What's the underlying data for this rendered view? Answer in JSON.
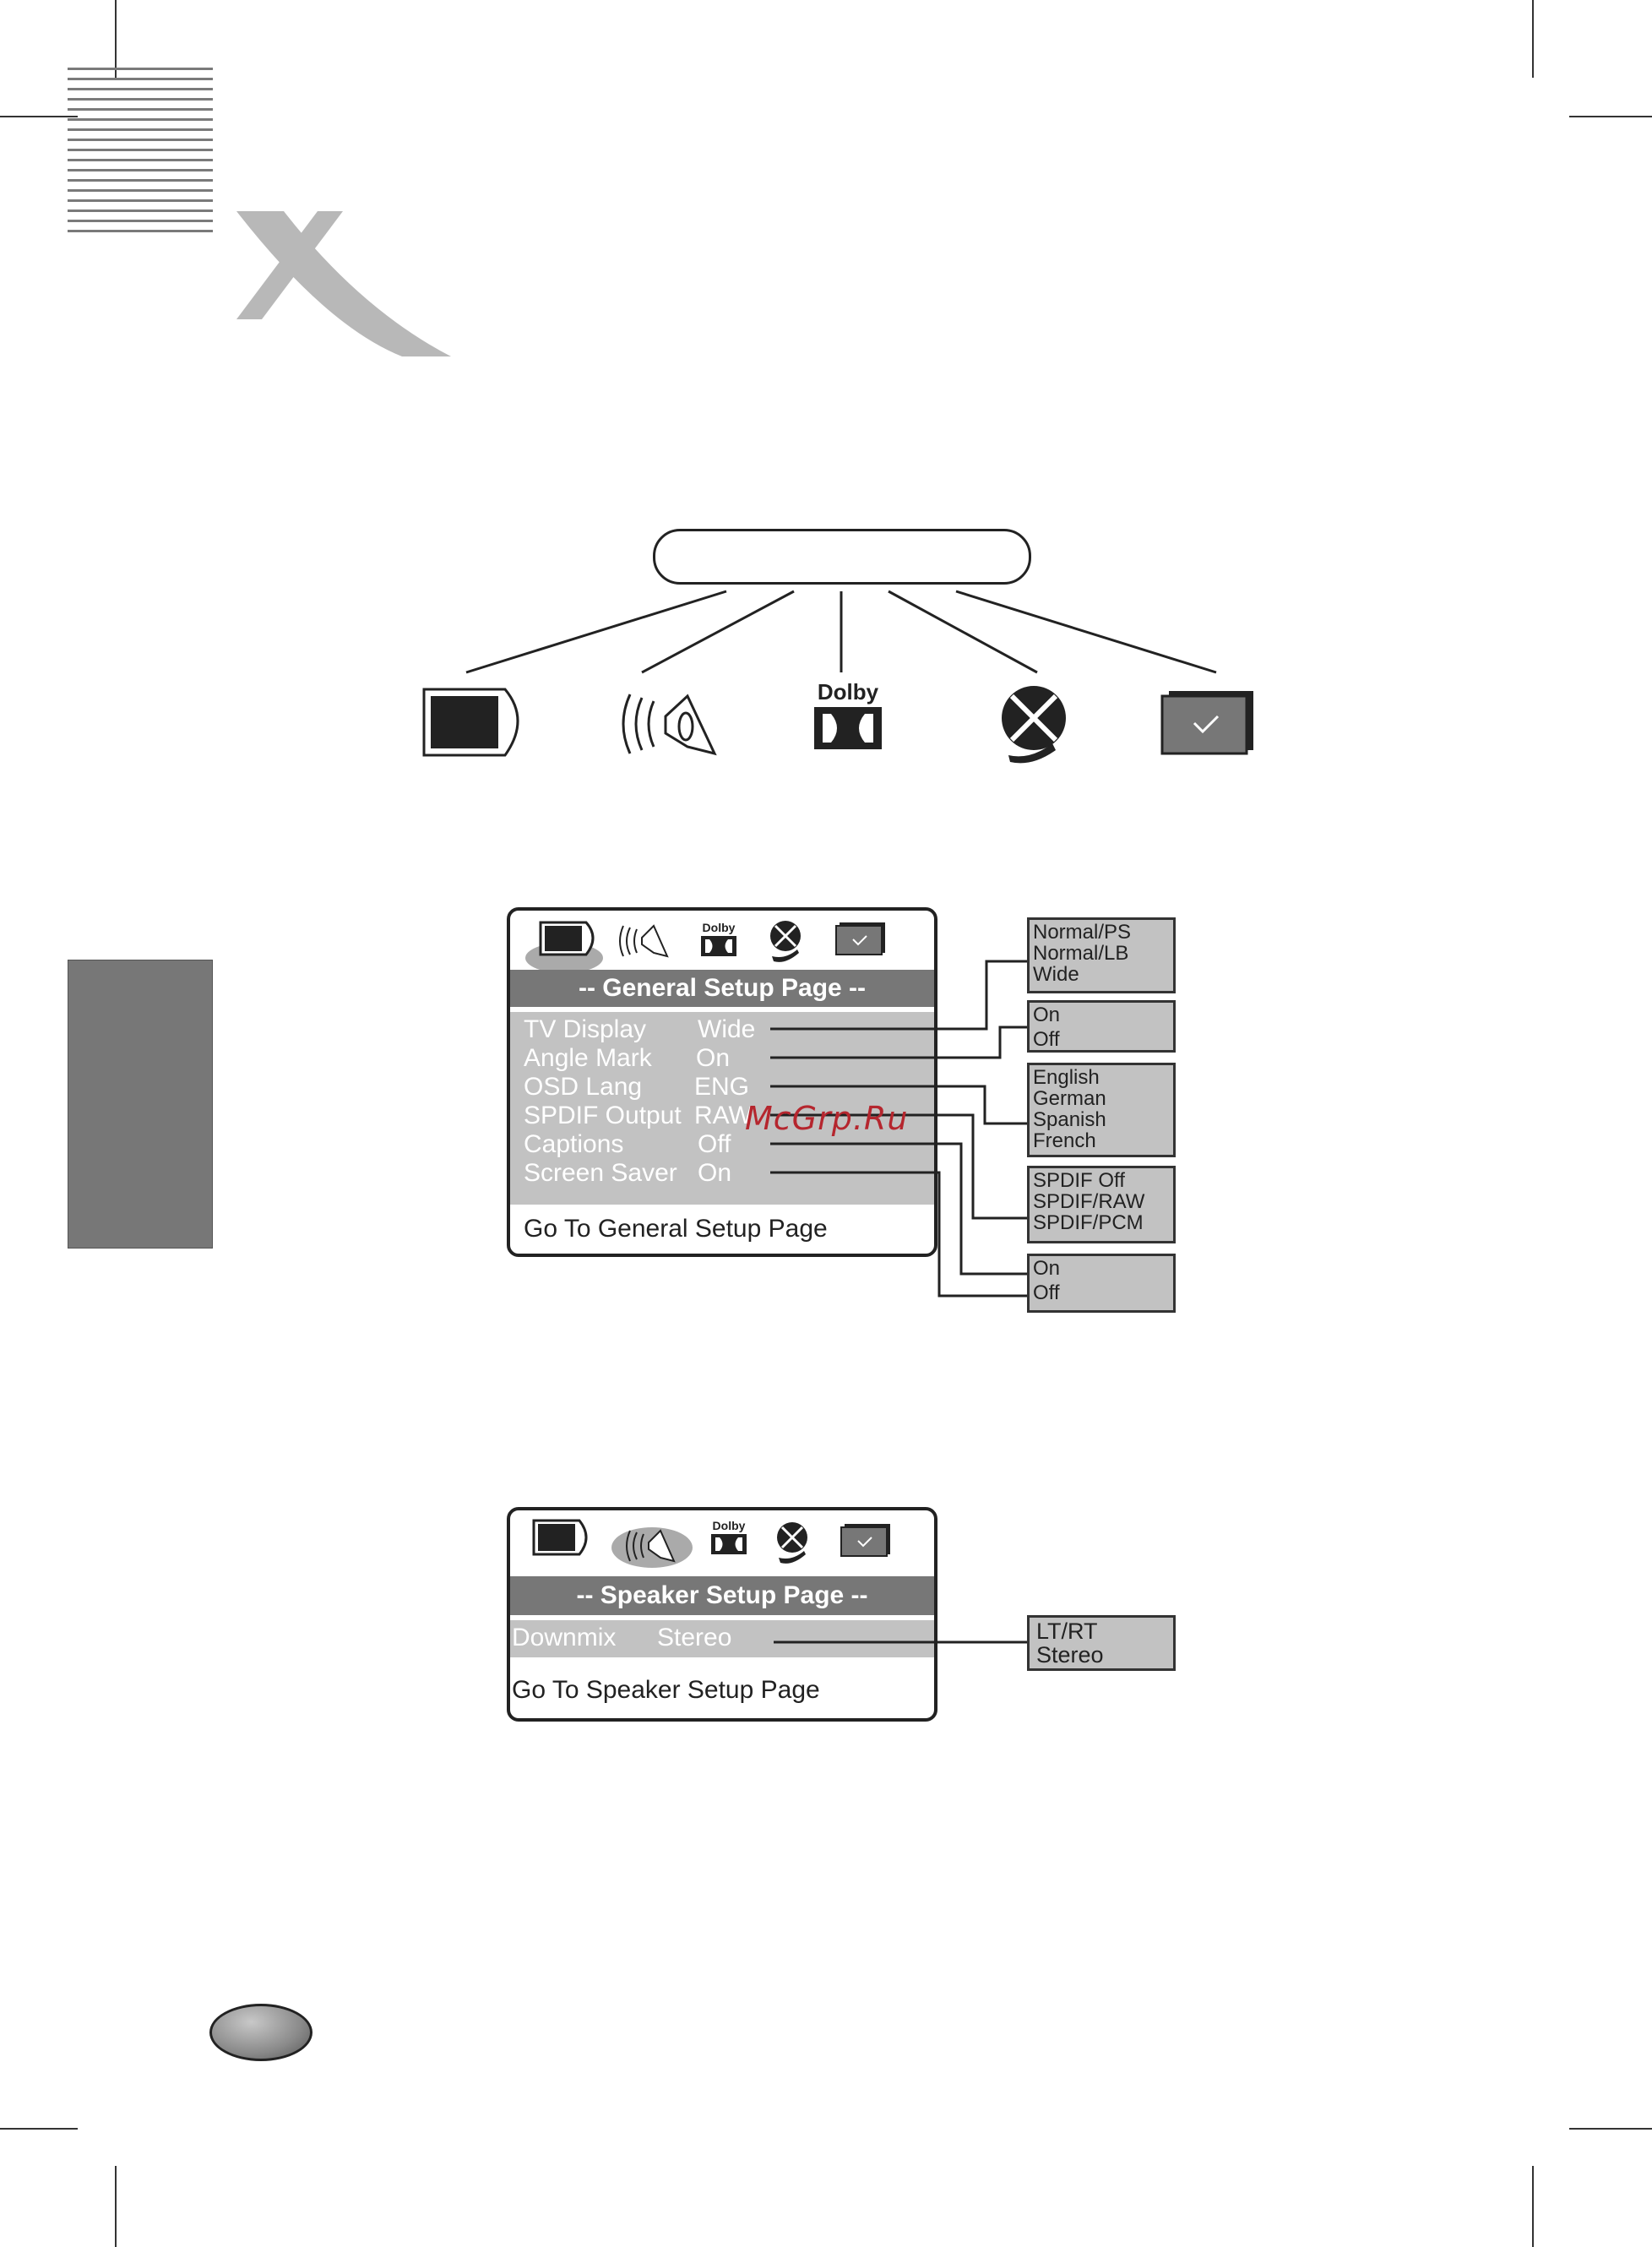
{
  "brand": {
    "logo_letter": "X"
  },
  "top_diagram": {
    "menu_icons": [
      "tv-icon",
      "speaker-icon",
      "dolby-icon",
      "disc-icon",
      "checkmark-icon"
    ],
    "dolby_label": "Dolby"
  },
  "general_setup": {
    "icon_dolby_label": "Dolby",
    "title": "-- General Setup Page --",
    "rows": [
      {
        "label": "TV Display",
        "value": "Wide"
      },
      {
        "label": "Angle Mark",
        "value": "On"
      },
      {
        "label": "OSD Lang",
        "value": "ENG"
      },
      {
        "label": "SPDIF Output",
        "value": "RAW"
      },
      {
        "label": "Captions",
        "value": "Off"
      },
      {
        "label": "Screen Saver",
        "value": "On"
      }
    ],
    "footer": "Go To General Setup Page",
    "options": [
      [
        "Normal/PS",
        "Normal/LB",
        "Wide"
      ],
      [
        "On",
        "Off"
      ],
      [
        "English",
        "German",
        "Spanish",
        "French"
      ],
      [
        "SPDIF Off",
        "SPDIF/RAW",
        "SPDIF/PCM"
      ],
      [
        "On",
        "Off"
      ]
    ]
  },
  "speaker_setup": {
    "icon_dolby_label": "Dolby",
    "title": "-- Speaker Setup Page --",
    "rows": [
      {
        "label": "Downmix",
        "value": "Stereo"
      }
    ],
    "footer": "Go To Speaker Setup Page",
    "options": [
      [
        "LT/RT",
        "Stereo"
      ]
    ]
  },
  "watermark": "McGrp.Ru",
  "colors": {
    "title_bar": "#777777",
    "band": "#c2c2c2",
    "logo": "#b8b8b8",
    "watermark": "#b5262e"
  }
}
